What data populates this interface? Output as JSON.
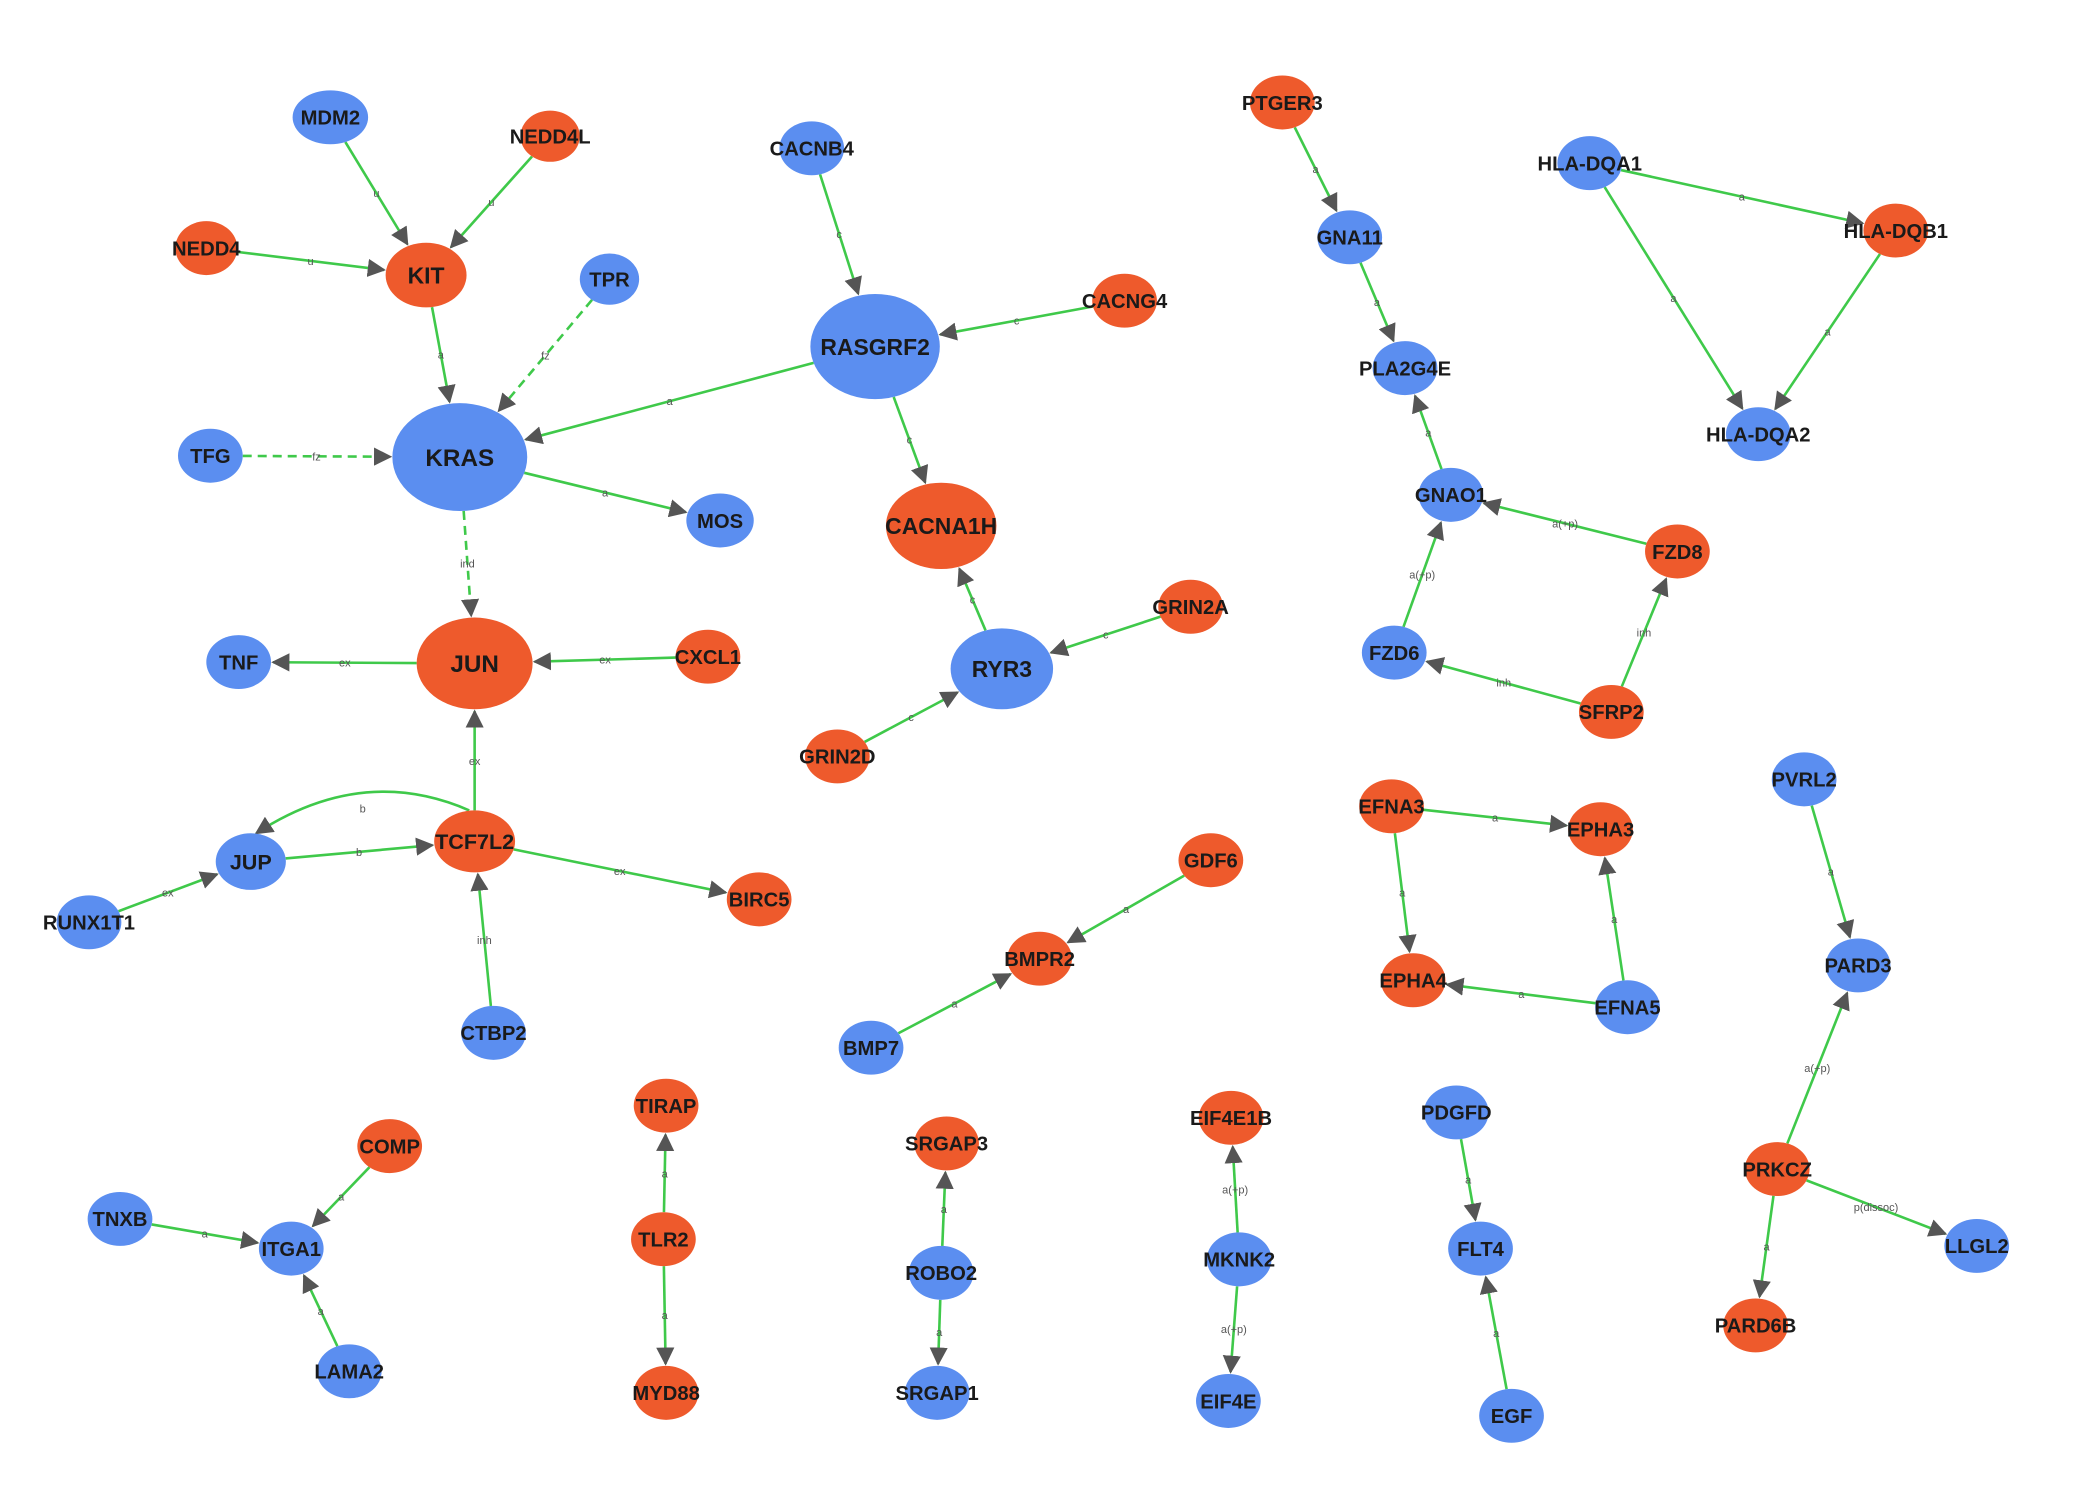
{
  "colors": {
    "up": "#ee5a2c",
    "down": "#5b8ef0",
    "edge": "#3fc94a",
    "arrow": "#555555"
  },
  "nodes": [
    {
      "id": "MDM2",
      "label": "MDM2",
      "color": "down"
    },
    {
      "id": "NEDD4L",
      "label": "NEDD4L",
      "color": "up"
    },
    {
      "id": "NEDD4",
      "label": "NEDD4",
      "color": "up"
    },
    {
      "id": "KIT",
      "label": "KIT",
      "color": "up"
    },
    {
      "id": "TPR",
      "label": "TPR",
      "color": "down"
    },
    {
      "id": "CACNB4",
      "label": "CACNB4",
      "color": "down"
    },
    {
      "id": "RASGRF2",
      "label": "RASGRF2",
      "color": "down"
    },
    {
      "id": "CACNG4",
      "label": "CACNG4",
      "color": "up"
    },
    {
      "id": "TFG",
      "label": "TFG",
      "color": "down"
    },
    {
      "id": "KRAS",
      "label": "KRAS",
      "color": "down"
    },
    {
      "id": "MOS",
      "label": "MOS",
      "color": "down"
    },
    {
      "id": "CACNA1H",
      "label": "CACNA1H",
      "color": "up"
    },
    {
      "id": "JUN",
      "label": "JUN",
      "color": "up"
    },
    {
      "id": "TNF",
      "label": "TNF",
      "color": "down"
    },
    {
      "id": "CXCL1",
      "label": "CXCL1",
      "color": "up"
    },
    {
      "id": "RYR3",
      "label": "RYR3",
      "color": "down"
    },
    {
      "id": "GRIN2A",
      "label": "GRIN2A",
      "color": "up"
    },
    {
      "id": "GRIN2D",
      "label": "GRIN2D",
      "color": "up"
    },
    {
      "id": "JUP",
      "label": "JUP",
      "color": "down"
    },
    {
      "id": "TCF7L2",
      "label": "TCF7L2",
      "color": "up"
    },
    {
      "id": "RUNX1T1",
      "label": "RUNX1T1",
      "color": "down"
    },
    {
      "id": "BIRC5",
      "label": "BIRC5",
      "color": "up"
    },
    {
      "id": "CTBP2",
      "label": "CTBP2",
      "color": "down"
    },
    {
      "id": "GDF6",
      "label": "GDF6",
      "color": "up"
    },
    {
      "id": "BMPR2",
      "label": "BMPR2",
      "color": "up"
    },
    {
      "id": "BMP7",
      "label": "BMP7",
      "color": "down"
    },
    {
      "id": "PTGER3",
      "label": "PTGER3",
      "color": "up"
    },
    {
      "id": "GNA11",
      "label": "GNA11",
      "color": "down"
    },
    {
      "id": "PLA2G4E",
      "label": "PLA2G4E",
      "color": "down"
    },
    {
      "id": "GNAO1",
      "label": "GNAO1",
      "color": "down"
    },
    {
      "id": "FZD8",
      "label": "FZD8",
      "color": "up"
    },
    {
      "id": "FZD6",
      "label": "FZD6",
      "color": "down"
    },
    {
      "id": "SFRP2",
      "label": "SFRP2",
      "color": "up"
    },
    {
      "id": "HLA-DQA1",
      "label": "HLA-DQA1",
      "color": "down"
    },
    {
      "id": "HLA-DQB1",
      "label": "HLA-DQB1",
      "color": "up"
    },
    {
      "id": "HLA-DQA2",
      "label": "HLA-DQA2",
      "color": "down"
    },
    {
      "id": "EFNA3",
      "label": "EFNA3",
      "color": "up"
    },
    {
      "id": "EPHA3",
      "label": "EPHA3",
      "color": "up"
    },
    {
      "id": "EPHA4",
      "label": "EPHA4",
      "color": "up"
    },
    {
      "id": "EFNA5",
      "label": "EFNA5",
      "color": "down"
    },
    {
      "id": "PVRL2",
      "label": "PVRL2",
      "color": "down"
    },
    {
      "id": "PARD3",
      "label": "PARD3",
      "color": "down"
    },
    {
      "id": "PRKCZ",
      "label": "PRKCZ",
      "color": "up"
    },
    {
      "id": "LLGL2",
      "label": "LLGL2",
      "color": "down"
    },
    {
      "id": "PARD6B",
      "label": "PARD6B",
      "color": "up"
    },
    {
      "id": "COMP",
      "label": "COMP",
      "color": "up"
    },
    {
      "id": "TNXB",
      "label": "TNXB",
      "color": "down"
    },
    {
      "id": "ITGA1",
      "label": "ITGA1",
      "color": "down"
    },
    {
      "id": "LAMA2",
      "label": "LAMA2",
      "color": "down"
    },
    {
      "id": "TIRAP",
      "label": "TIRAP",
      "color": "up"
    },
    {
      "id": "TLR2",
      "label": "TLR2",
      "color": "up"
    },
    {
      "id": "MYD88",
      "label": "MYD88",
      "color": "up"
    },
    {
      "id": "SRGAP3",
      "label": "SRGAP3",
      "color": "up"
    },
    {
      "id": "ROBO2",
      "label": "ROBO2",
      "color": "down"
    },
    {
      "id": "SRGAP1",
      "label": "SRGAP1",
      "color": "down"
    },
    {
      "id": "EIF4E1B",
      "label": "EIF4E1B",
      "color": "up"
    },
    {
      "id": "MKNK2",
      "label": "MKNK2",
      "color": "down"
    },
    {
      "id": "EIF4E",
      "label": "EIF4E",
      "color": "down"
    },
    {
      "id": "PDGFD",
      "label": "PDGFD",
      "color": "down"
    },
    {
      "id": "FLT4",
      "label": "FLT4",
      "color": "down"
    },
    {
      "id": "EGF",
      "label": "EGF",
      "color": "down"
    }
  ],
  "edges": [
    {
      "source": "MDM2",
      "target": "KIT",
      "label": "u",
      "dashed": false
    },
    {
      "source": "NEDD4L",
      "target": "KIT",
      "label": "u",
      "dashed": false
    },
    {
      "source": "NEDD4",
      "target": "KIT",
      "label": "u",
      "dashed": false
    },
    {
      "source": "KIT",
      "target": "KRAS",
      "label": "a",
      "dashed": false
    },
    {
      "source": "TPR",
      "target": "KRAS",
      "label": "fz",
      "dashed": true
    },
    {
      "source": "CACNB4",
      "target": "RASGRF2",
      "label": "c",
      "dashed": false
    },
    {
      "source": "CACNG4",
      "target": "RASGRF2",
      "label": "c",
      "dashed": false
    },
    {
      "source": "RASGRF2",
      "target": "KRAS",
      "label": "a",
      "dashed": false
    },
    {
      "source": "RASGRF2",
      "target": "CACNA1H",
      "label": "c",
      "dashed": false
    },
    {
      "source": "TFG",
      "target": "KRAS",
      "label": "fz",
      "dashed": true
    },
    {
      "source": "KRAS",
      "target": "MOS",
      "label": "a",
      "dashed": false
    },
    {
      "source": "KRAS",
      "target": "JUN",
      "label": "ind",
      "dashed": true
    },
    {
      "source": "JUN",
      "target": "TNF",
      "label": "ex",
      "dashed": false
    },
    {
      "source": "CXCL1",
      "target": "JUN",
      "label": "ex",
      "dashed": false
    },
    {
      "source": "RYR3",
      "target": "CACNA1H",
      "label": "c",
      "dashed": false
    },
    {
      "source": "GRIN2A",
      "target": "RYR3",
      "label": "c",
      "dashed": false
    },
    {
      "source": "GRIN2D",
      "target": "RYR3",
      "label": "c",
      "dashed": false
    },
    {
      "source": "TCF7L2",
      "target": "JUN",
      "label": "ex",
      "dashed": false
    },
    {
      "source": "JUP",
      "target": "TCF7L2",
      "label": "b",
      "dashed": false
    },
    {
      "source": "TCF7L2",
      "target": "JUP",
      "label": "b",
      "dashed": false,
      "curved": true
    },
    {
      "source": "RUNX1T1",
      "target": "JUP",
      "label": "ex",
      "dashed": false
    },
    {
      "source": "TCF7L2",
      "target": "BIRC5",
      "label": "ex",
      "dashed": false
    },
    {
      "source": "CTBP2",
      "target": "TCF7L2",
      "label": "inh",
      "dashed": false
    },
    {
      "source": "GDF6",
      "target": "BMPR2",
      "label": "a",
      "dashed": false
    },
    {
      "source": "BMP7",
      "target": "BMPR2",
      "label": "a",
      "dashed": false
    },
    {
      "source": "PTGER3",
      "target": "GNA11",
      "label": "a",
      "dashed": false
    },
    {
      "source": "GNA11",
      "target": "PLA2G4E",
      "label": "a",
      "dashed": false
    },
    {
      "source": "GNAO1",
      "target": "PLA2G4E",
      "label": "a",
      "dashed": false
    },
    {
      "source": "FZD8",
      "target": "GNAO1",
      "label": "a(+p)",
      "dashed": false
    },
    {
      "source": "FZD6",
      "target": "GNAO1",
      "label": "a(+p)",
      "dashed": false
    },
    {
      "source": "SFRP2",
      "target": "FZD8",
      "label": "inh",
      "dashed": false
    },
    {
      "source": "SFRP2",
      "target": "FZD6",
      "label": "inh",
      "dashed": false
    },
    {
      "source": "HLA-DQA1",
      "target": "HLA-DQB1",
      "label": "a",
      "dashed": false
    },
    {
      "source": "HLA-DQA1",
      "target": "HLA-DQA2",
      "label": "a",
      "dashed": false
    },
    {
      "source": "HLA-DQB1",
      "target": "HLA-DQA2",
      "label": "a",
      "dashed": false
    },
    {
      "source": "EFNA3",
      "target": "EPHA3",
      "label": "a",
      "dashed": false
    },
    {
      "source": "EFNA3",
      "target": "EPHA4",
      "label": "a",
      "dashed": false
    },
    {
      "source": "EFNA5",
      "target": "EPHA4",
      "label": "a",
      "dashed": false
    },
    {
      "source": "EFNA5",
      "target": "EPHA3",
      "label": "a",
      "dashed": false
    },
    {
      "source": "PVRL2",
      "target": "PARD3",
      "label": "a",
      "dashed": false
    },
    {
      "source": "PRKCZ",
      "target": "PARD3",
      "label": "a(+p)",
      "dashed": false
    },
    {
      "source": "PRKCZ",
      "target": "LLGL2",
      "label": "p(dissoc)",
      "dashed": false
    },
    {
      "source": "PRKCZ",
      "target": "PARD6B",
      "label": "a",
      "dashed": false
    },
    {
      "source": "COMP",
      "target": "ITGA1",
      "label": "a",
      "dashed": false
    },
    {
      "source": "TNXB",
      "target": "ITGA1",
      "label": "a",
      "dashed": false
    },
    {
      "source": "LAMA2",
      "target": "ITGA1",
      "label": "a",
      "dashed": false
    },
    {
      "source": "TLR2",
      "target": "TIRAP",
      "label": "a",
      "dashed": false
    },
    {
      "source": "TLR2",
      "target": "MYD88",
      "label": "a",
      "dashed": false
    },
    {
      "source": "ROBO2",
      "target": "SRGAP3",
      "label": "a",
      "dashed": false
    },
    {
      "source": "ROBO2",
      "target": "SRGAP1",
      "label": "a",
      "dashed": false
    },
    {
      "source": "MKNK2",
      "target": "EIF4E1B",
      "label": "a(+p)",
      "dashed": false
    },
    {
      "source": "MKNK2",
      "target": "EIF4E",
      "label": "a(+p)",
      "dashed": false
    },
    {
      "source": "PDGFD",
      "target": "FLT4",
      "label": "a",
      "dashed": false
    },
    {
      "source": "EGF",
      "target": "FLT4",
      "label": "a",
      "dashed": false
    }
  ]
}
